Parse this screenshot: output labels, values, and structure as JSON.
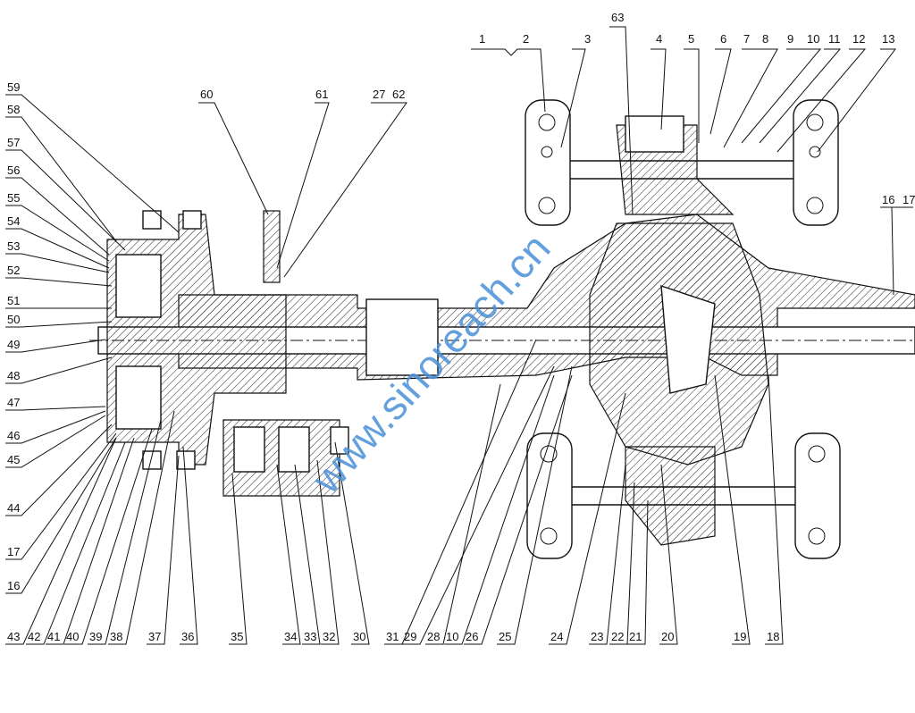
{
  "watermark": "www.sinoreach.cn",
  "labels": {
    "top": [
      "1",
      "2",
      "3",
      "63",
      "4",
      "5",
      "6",
      "7",
      "8",
      "9",
      "10",
      "11",
      "12",
      "13"
    ],
    "top_left": [
      "60",
      "61",
      "27",
      "62"
    ],
    "right": [
      "16",
      "17"
    ],
    "left": [
      "59",
      "58",
      "57",
      "56",
      "55",
      "54",
      "53",
      "52",
      "51",
      "50",
      "49",
      "48",
      "47",
      "46",
      "45",
      "44",
      "17",
      "16"
    ],
    "bottom": [
      "43",
      "42",
      "41",
      "40",
      "39",
      "38",
      "37",
      "36",
      "35",
      "34",
      "33",
      "32",
      "30",
      "31",
      "29",
      "28",
      "10",
      "26",
      "25",
      "24",
      "23",
      "22",
      "21",
      "20",
      "19",
      "18"
    ]
  }
}
